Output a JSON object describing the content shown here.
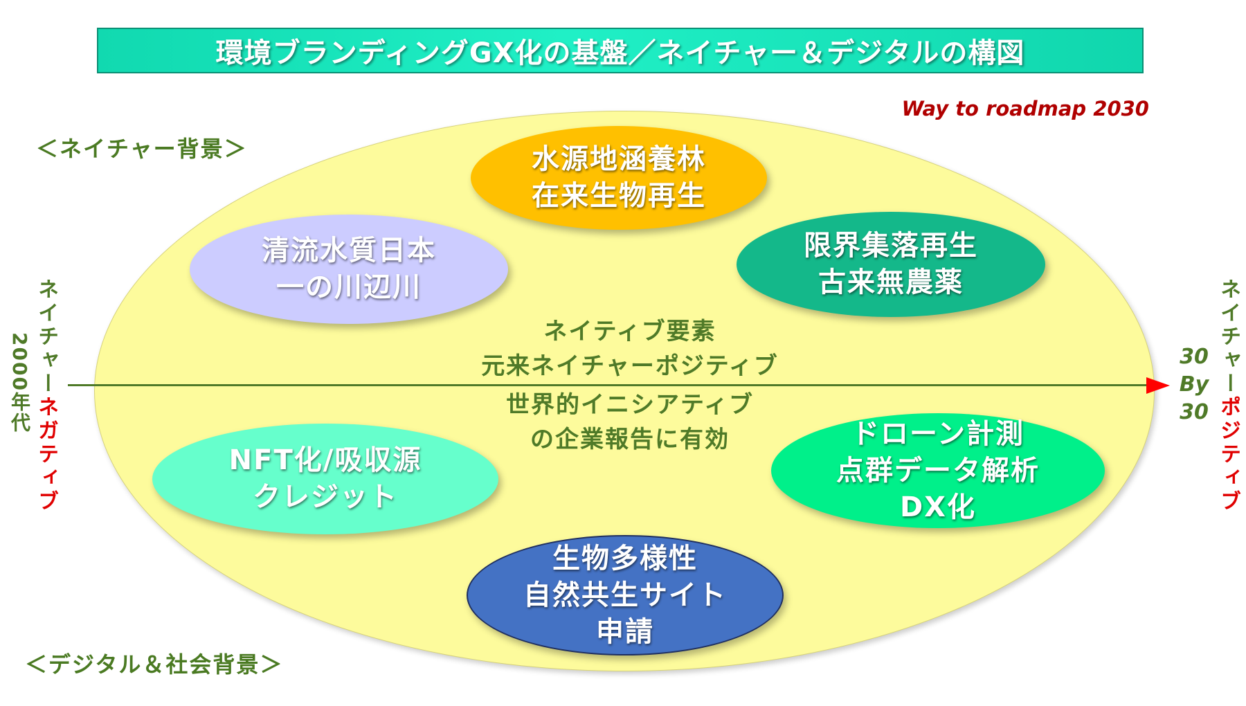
{
  "title": "環境ブランディングGX化の基盤／ネイチャー＆デジタルの構図",
  "subtitle": "Way to roadmap 2030",
  "labels": {
    "nature_background": "＜ネイチャー背景＞",
    "digital_background": "＜デジタル＆社会背景＞"
  },
  "center": {
    "upper_line1": "ネイティブ要素",
    "upper_line2": "元来ネイチャーポジティブ",
    "lower_line1": "世界的イニシアティブ",
    "lower_line2": "の企業報告に有効"
  },
  "bubbles": {
    "water": {
      "line1": "水源地涵養林",
      "line2": "在来生物再生",
      "color": "#ffc000"
    },
    "river": {
      "line1": "清流水質日本",
      "line2": "一の川辺川",
      "color": "#ccccff"
    },
    "village": {
      "line1": "限界集落再生",
      "line2": "古来無農薬",
      "color": "#14b88a"
    },
    "nft": {
      "line1": "NFT化/吸収源",
      "line2": "クレジット",
      "color": "#66ffcc"
    },
    "drone": {
      "line1": "ドローン計測",
      "line2": "点群データ解析",
      "line3": "DX化",
      "color": "#00f08a"
    },
    "biodiv": {
      "line1": "生物多様性",
      "line2": "自然共生サイト",
      "line3": "申請",
      "color": "#4472c4"
    }
  },
  "left_axis": {
    "prefix": "ネイチャー",
    "emphasis": "ネガティブ",
    "era": "2000年代"
  },
  "right_axis": {
    "prefix": "ネイチャー",
    "emphasis": "ポジティブ",
    "target_line1": "30",
    "target_line2": "By",
    "target_line3": "30"
  },
  "colors": {
    "title_bg": "#1de9c0",
    "main_ellipse": "#fdfb9c",
    "axis": "#4f7a28",
    "arrow_head": "#ff0000",
    "accent_red": "#e00000"
  }
}
